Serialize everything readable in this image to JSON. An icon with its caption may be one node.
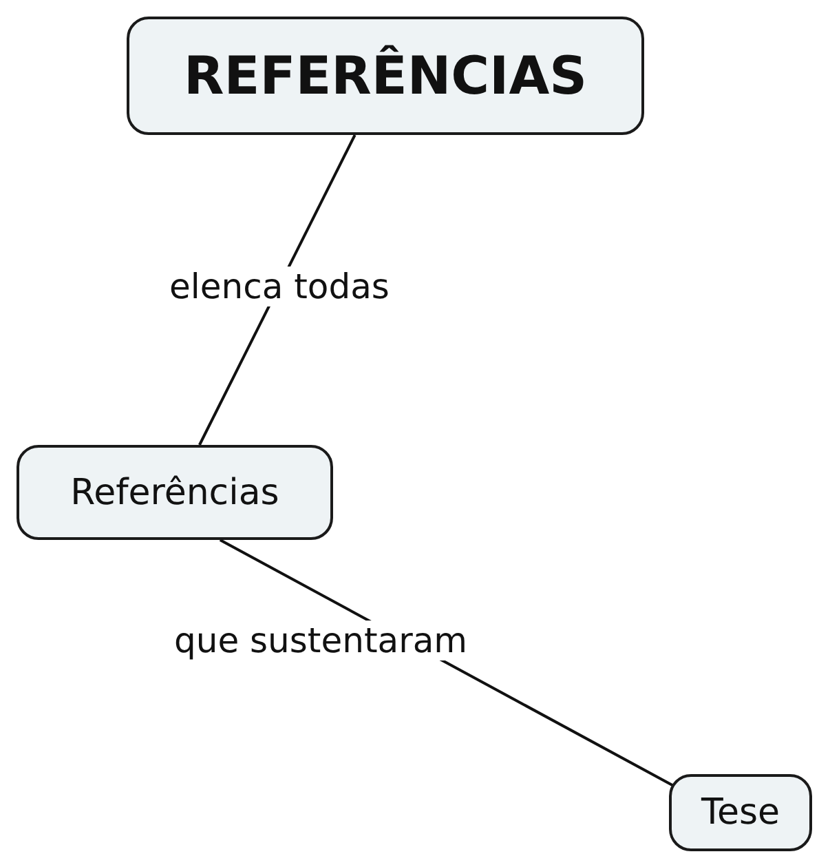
{
  "diagram": {
    "nodes": [
      {
        "text": [
          "REFERÊNCIAS"
        ]
      },
      {
        "text": [
          "Referências"
        ]
      },
      {
        "text": [
          "Tese"
        ]
      }
    ],
    "edges": [
      {
        "from": 0,
        "to": 1,
        "arrow": "none",
        "label": "elenca todas"
      },
      {
        "from": 1,
        "to": 2,
        "arrow": "none",
        "label": "que sustentaram"
      }
    ]
  }
}
